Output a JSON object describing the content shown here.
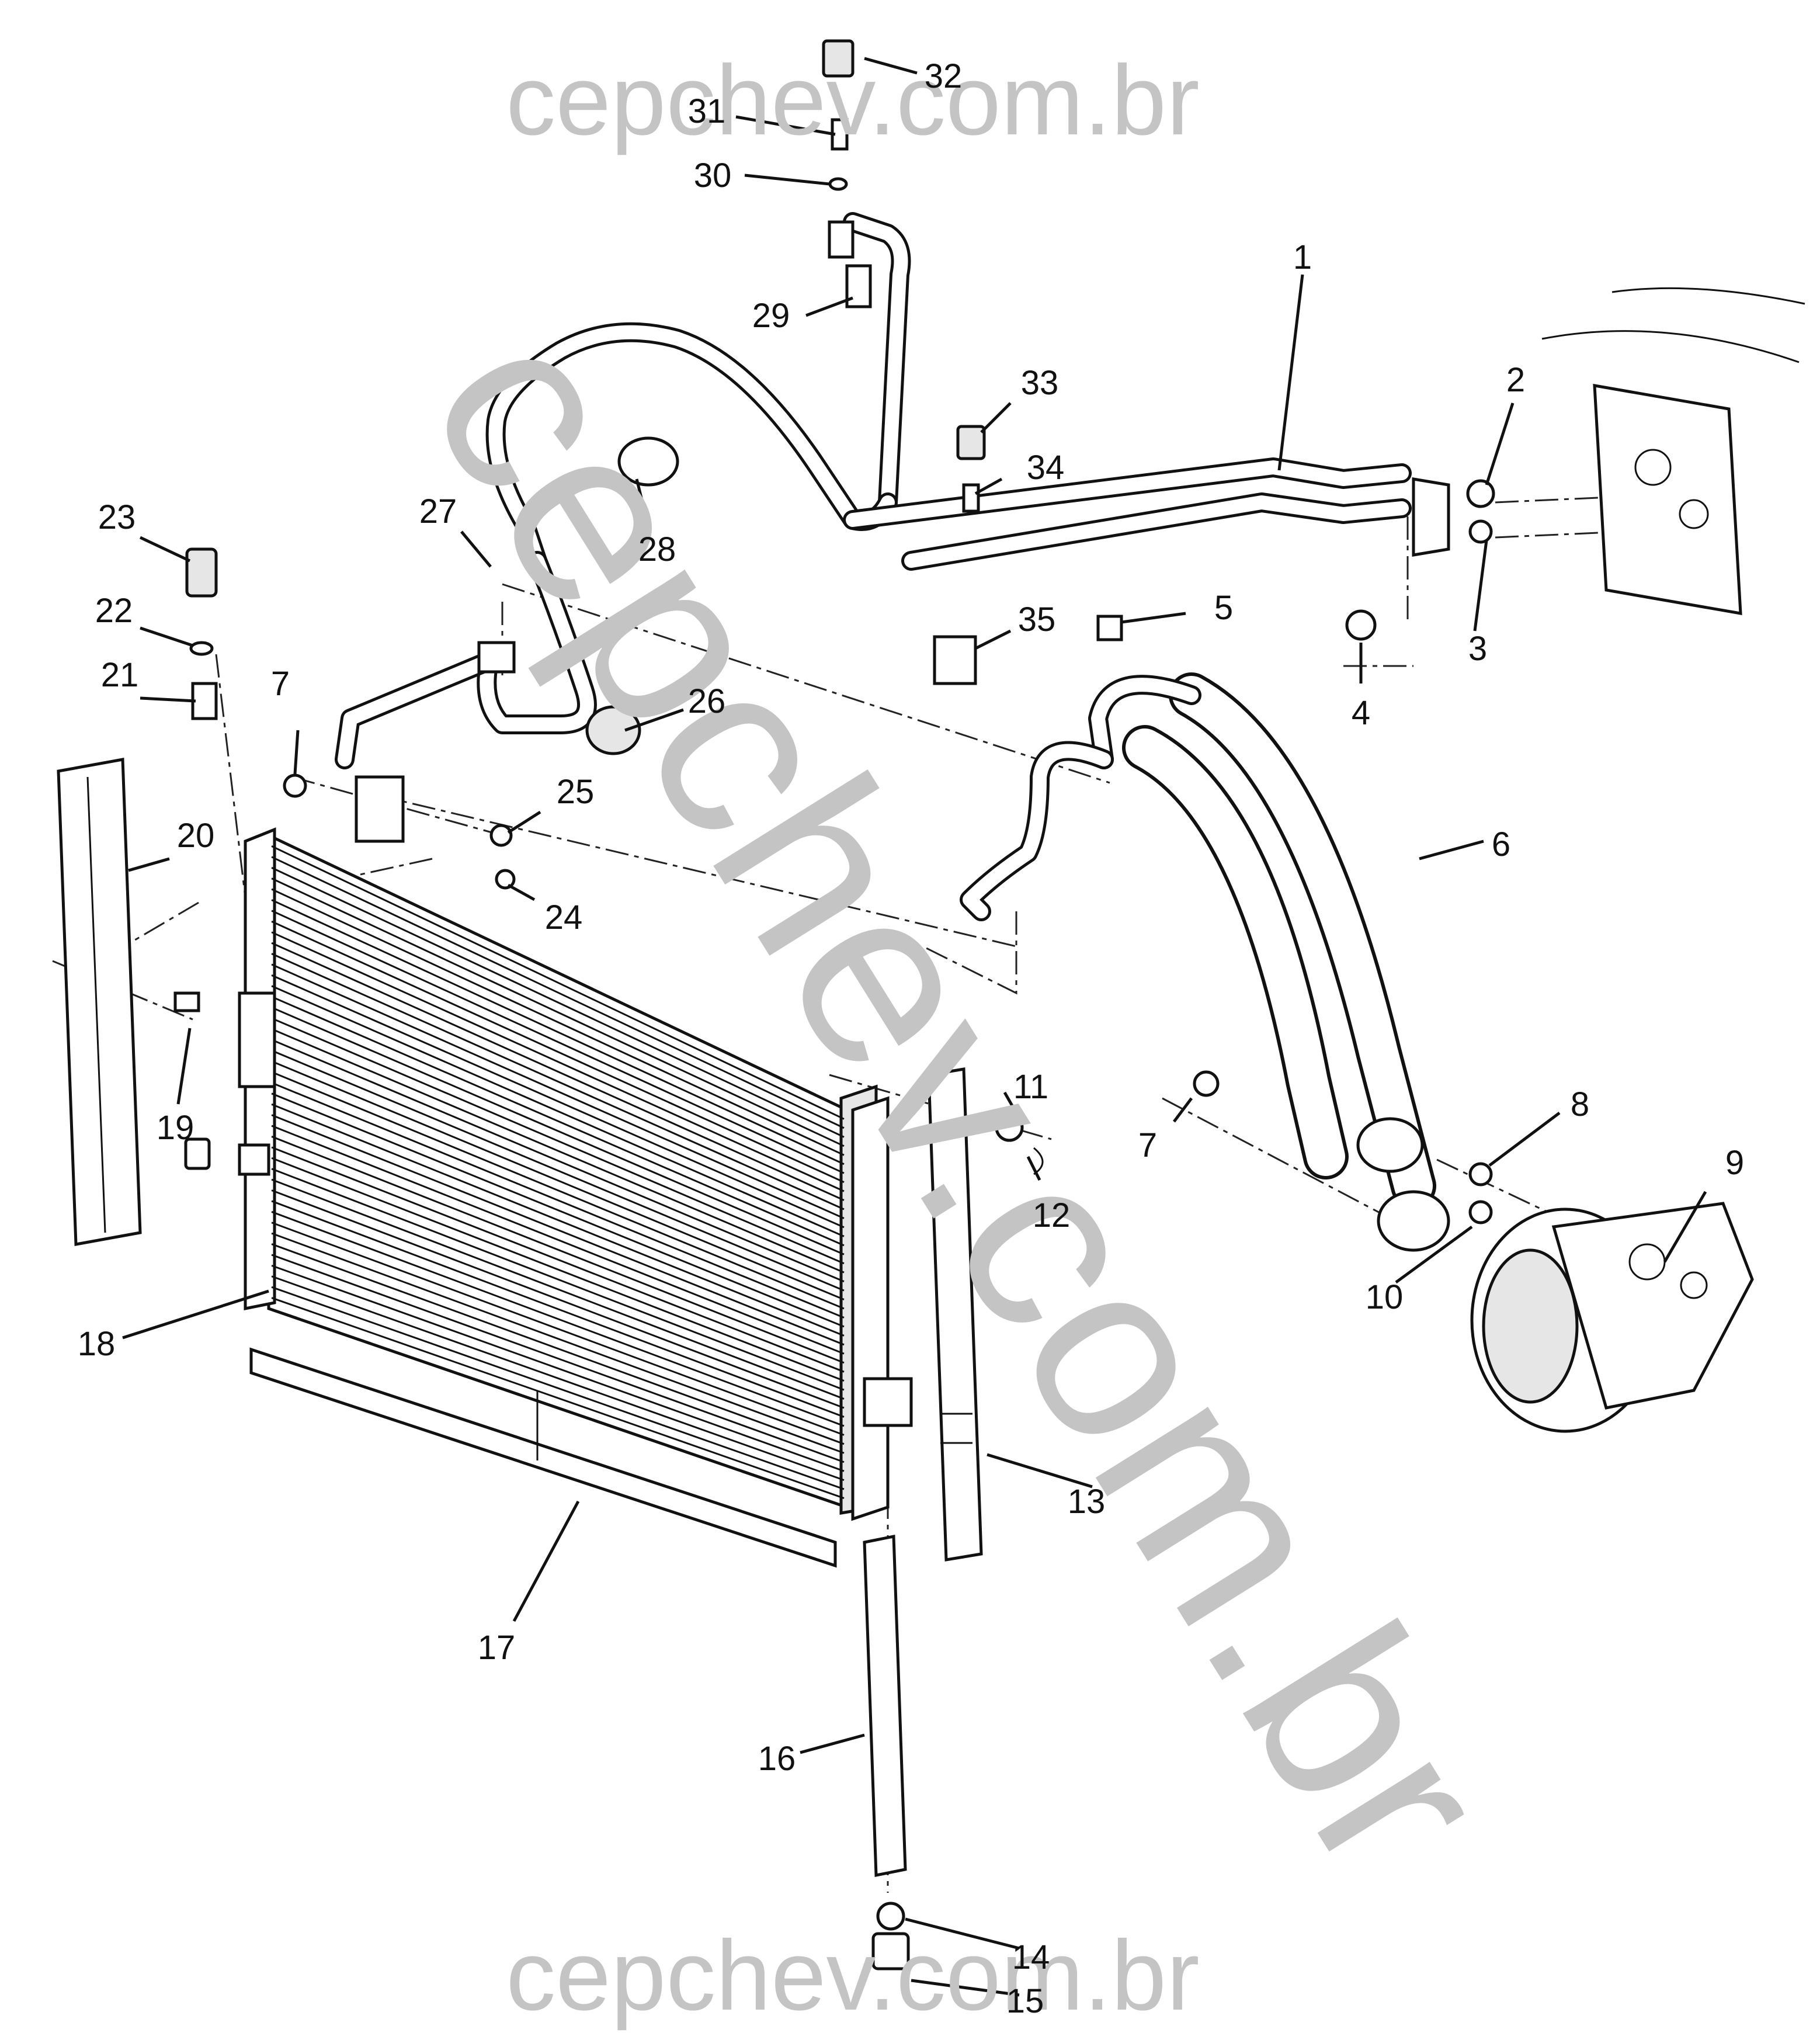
{
  "watermarks": {
    "top": "cepchev.com.br",
    "diagonal": "cepchev.com.br",
    "bottom": "cepchev.com.br"
  },
  "callouts": [
    {
      "id": "c1",
      "label": "1"
    },
    {
      "id": "c2",
      "label": "2"
    },
    {
      "id": "c3",
      "label": "3"
    },
    {
      "id": "c4",
      "label": "4"
    },
    {
      "id": "c5",
      "label": "5"
    },
    {
      "id": "c6",
      "label": "6"
    },
    {
      "id": "c7a",
      "label": "7"
    },
    {
      "id": "c7b",
      "label": "7"
    },
    {
      "id": "c8",
      "label": "8"
    },
    {
      "id": "c9",
      "label": "9"
    },
    {
      "id": "c10",
      "label": "10"
    },
    {
      "id": "c11",
      "label": "11"
    },
    {
      "id": "c12",
      "label": "12"
    },
    {
      "id": "c13",
      "label": "13"
    },
    {
      "id": "c14",
      "label": "14"
    },
    {
      "id": "c15",
      "label": "15"
    },
    {
      "id": "c16",
      "label": "16"
    },
    {
      "id": "c17",
      "label": "17"
    },
    {
      "id": "c18",
      "label": "18"
    },
    {
      "id": "c19",
      "label": "19"
    },
    {
      "id": "c20",
      "label": "20"
    },
    {
      "id": "c21",
      "label": "21"
    },
    {
      "id": "c22",
      "label": "22"
    },
    {
      "id": "c23",
      "label": "23"
    },
    {
      "id": "c24",
      "label": "24"
    },
    {
      "id": "c25",
      "label": "25"
    },
    {
      "id": "c26",
      "label": "26"
    },
    {
      "id": "c27",
      "label": "27"
    },
    {
      "id": "c28",
      "label": "28"
    },
    {
      "id": "c29",
      "label": "29"
    },
    {
      "id": "c30",
      "label": "30"
    },
    {
      "id": "c31",
      "label": "31"
    },
    {
      "id": "c32",
      "label": "32"
    },
    {
      "id": "c33",
      "label": "33"
    },
    {
      "id": "c34",
      "label": "34"
    },
    {
      "id": "c35",
      "label": "35"
    }
  ]
}
